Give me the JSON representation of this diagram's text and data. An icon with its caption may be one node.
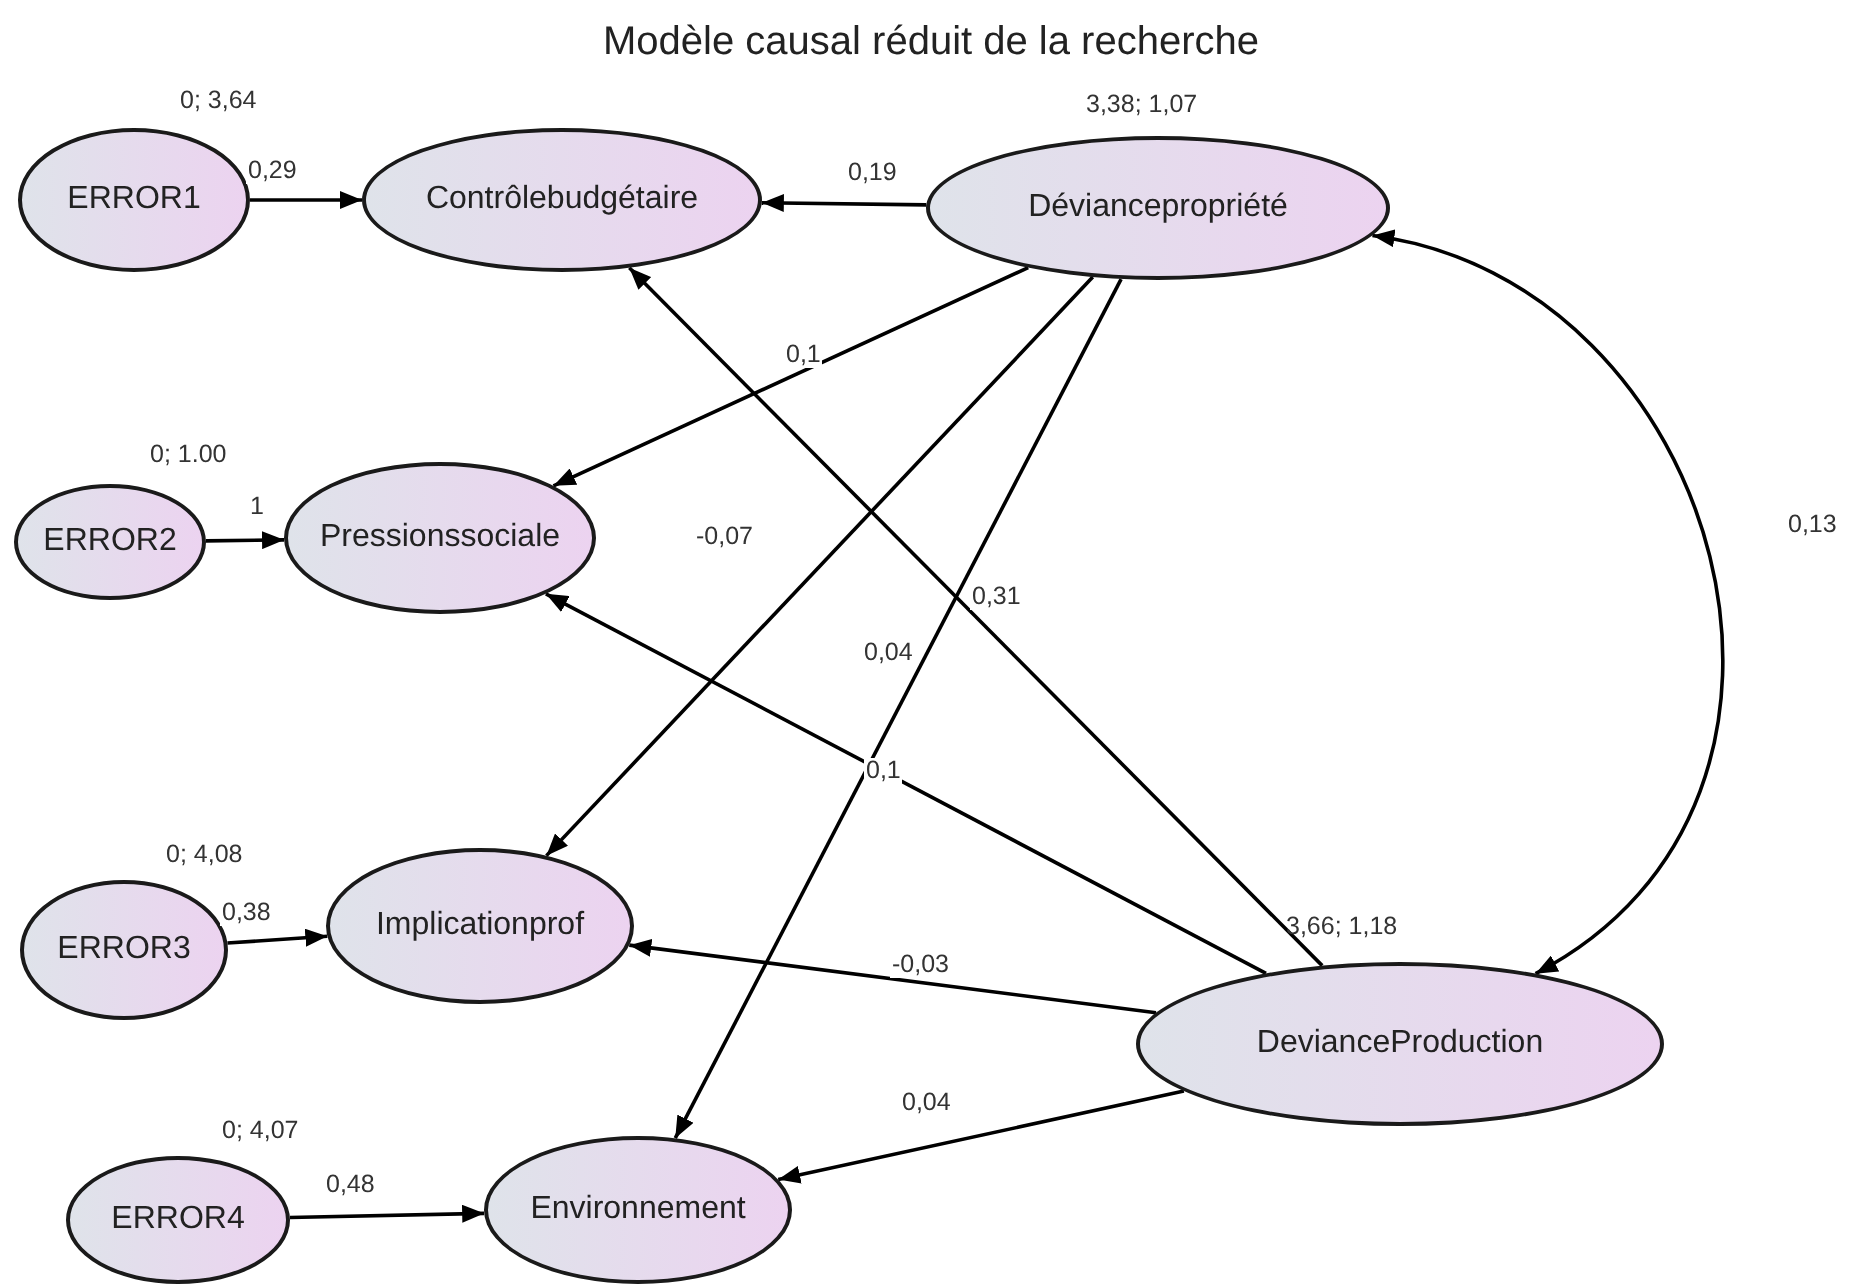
{
  "diagram": {
    "title": "Modèle causal réduit de la recherche",
    "nodes": [
      {
        "text": [
          "ERROR1"
        ],
        "beside": [
          "0; 3,64"
        ]
      },
      {
        "text": [
          "Contrôlebudgétaire"
        ]
      },
      {
        "text": [
          "Déviancepropriété"
        ],
        "beside": [
          "3,38; 1,07"
        ]
      },
      {
        "text": [
          "ERROR2"
        ],
        "beside": [
          "0; 1.00"
        ]
      },
      {
        "text": [
          "Pressionssociale"
        ]
      },
      {
        "text": [
          "ERROR3"
        ],
        "beside": [
          "0; 4,08"
        ]
      },
      {
        "text": [
          "Implicationprof"
        ]
      },
      {
        "text": [
          "DevianceProduction"
        ],
        "beside": [
          "3,66; 1,18"
        ]
      },
      {
        "text": [
          "ERROR4"
        ],
        "beside": [
          "0; 4,07"
        ]
      },
      {
        "text": [
          "Environnement"
        ]
      }
    ],
    "edges": [
      {
        "from": 0,
        "to": 1,
        "arrow": "to",
        "label": "0,29"
      },
      {
        "from": 2,
        "to": 1,
        "arrow": "to",
        "label": "0,19"
      },
      {
        "from": 3,
        "to": 4,
        "arrow": "to",
        "label": "1"
      },
      {
        "from": 2,
        "to": 4,
        "arrow": "to",
        "label": "0,1"
      },
      {
        "from": 2,
        "to": 6,
        "arrow": "to",
        "label": "-0,07"
      },
      {
        "from": 2,
        "to": 9,
        "arrow": "to",
        "label": "0,04"
      },
      {
        "from": 7,
        "to": 1,
        "arrow": "to",
        "label": "0,31"
      },
      {
        "from": 7,
        "to": 4,
        "arrow": "to",
        "label": "0,1"
      },
      {
        "from": 2,
        "to": 7,
        "arrow": "both",
        "label": "0,13"
      },
      {
        "from": 5,
        "to": 6,
        "arrow": "to",
        "label": "0,38"
      },
      {
        "from": 7,
        "to": 6,
        "arrow": "to",
        "label": "-0,03"
      },
      {
        "from": 8,
        "to": 9,
        "arrow": "to",
        "label": "0,48"
      },
      {
        "from": 7,
        "to": 9,
        "arrow": "to",
        "label": "0,04"
      }
    ]
  }
}
